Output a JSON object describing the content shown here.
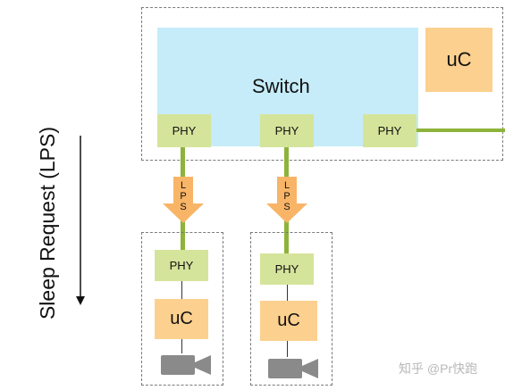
{
  "side_label": "Sleep Request (LPS)",
  "switch": {
    "label": "Switch",
    "uc_label": "uC",
    "ports": [
      "PHY",
      "PHY",
      "PHY"
    ]
  },
  "lps_arrows": [
    {
      "letters": [
        "L",
        "P",
        "S"
      ]
    },
    {
      "letters": [
        "L",
        "P",
        "S"
      ]
    }
  ],
  "nodes": [
    {
      "phy_label": "PHY",
      "uc_label": "uC",
      "icon": "camera-icon"
    },
    {
      "phy_label": "PHY",
      "uc_label": "uC",
      "icon": "camera-icon"
    }
  ],
  "watermark": "知乎 @Pr快跑",
  "colors": {
    "switch_fill": "#c5ecf8",
    "phy_fill": "#d5e49b",
    "uc_fill": "#fcd08e",
    "link_green": "#8db33b",
    "arrow_orange": "#f8b567",
    "camera_gray": "#8a8a8a"
  }
}
